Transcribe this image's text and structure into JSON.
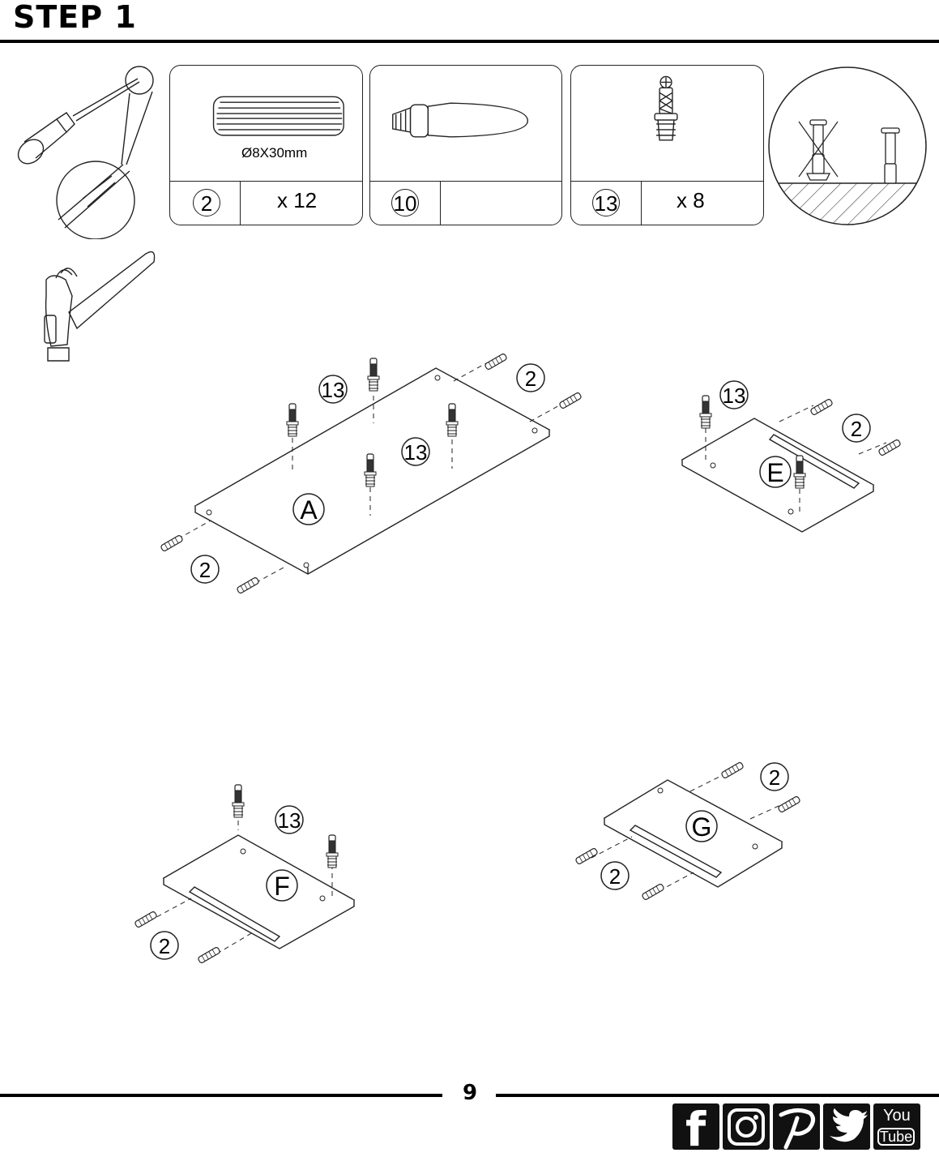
{
  "header": {
    "title": "STEP 1"
  },
  "tools": [
    "screwdriver-icon",
    "hammer-icon"
  ],
  "hardware": [
    {
      "id": "2",
      "qty": "x 12",
      "spec": "Ø8X30mm"
    },
    {
      "id": "10",
      "qty": ""
    },
    {
      "id": "13",
      "qty": "x 8"
    }
  ],
  "panels": [
    {
      "label": "A",
      "callouts": [
        "13",
        "13",
        "2",
        "2"
      ]
    },
    {
      "label": "E",
      "callouts": [
        "13",
        "2"
      ]
    },
    {
      "label": "F",
      "callouts": [
        "13",
        "2"
      ]
    },
    {
      "label": "G",
      "callouts": [
        "2",
        "2"
      ]
    }
  ],
  "footer": {
    "page_number": "9",
    "social": [
      "facebook-icon",
      "instagram-icon",
      "pinterest-icon",
      "twitter-icon",
      "youtube-icon"
    ],
    "youtube_top": "You",
    "youtube_bottom": "Tube"
  }
}
